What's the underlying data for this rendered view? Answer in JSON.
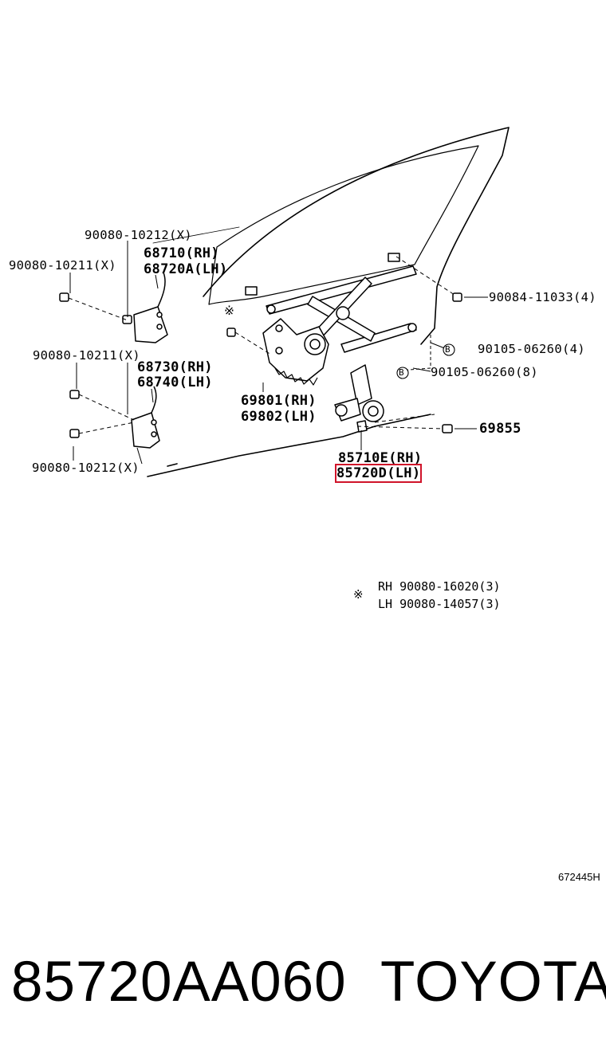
{
  "labels": {
    "bolt_top_x": "90080-10212(X)",
    "bolt_left_x": "90080-10211(X)",
    "hinge_upper_rh": "68710(RH)",
    "hinge_upper_lh": "68720A(LH)",
    "bolt_mid_x": "90080-10211(X)",
    "hinge_lower_rh": "68730(RH)",
    "hinge_lower_lh": "68740(LH)",
    "bolt_bottom_x": "90080-10212(X)",
    "regulator_rh": "69801(RH)",
    "regulator_lh": "69802(LH)",
    "motor_rh": "85710E(RH)",
    "motor_lh": "85720D(LH)",
    "bolt_right_top": "90084-11033(4)",
    "bolt_b1": "90105-06260(4)",
    "bolt_b2": "90105-06260(8)",
    "clip_69855": "69855",
    "b_marker": "B",
    "note_mark": "※"
  },
  "note": {
    "rh": "RH 90080-16020(3)",
    "lh": "LH 90080-14057(3)"
  },
  "diagram_code": "672445H",
  "footer": {
    "part_number": "85720AA060",
    "brand": "TOYOTA"
  },
  "highlight_color": "#d0142a"
}
